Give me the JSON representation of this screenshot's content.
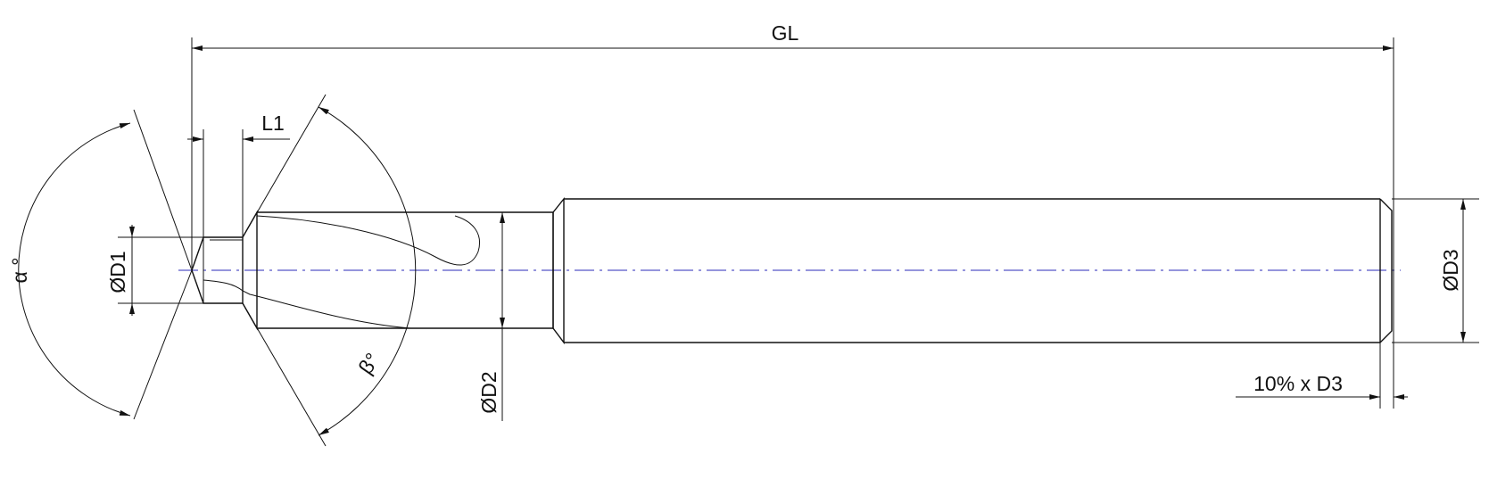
{
  "labels": {
    "overall_length": "GL",
    "step_length": "L1",
    "step_diameter": "ØD1",
    "body_diameter": "ØD2",
    "shank_diameter": "ØD3",
    "point_angle": "α °",
    "chamfer_angle": "β°",
    "shank_chamfer": "10% x D3"
  },
  "colors": {
    "lines": "#111111",
    "center_axis": "#2b2bb8",
    "background": "#ffffff"
  }
}
